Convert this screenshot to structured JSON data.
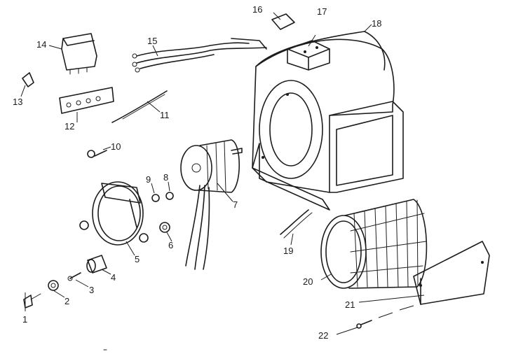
{
  "diagram": {
    "part_numbers": [
      "1",
      "2",
      "3",
      "4",
      "5",
      "6",
      "7",
      "8",
      "9",
      "10",
      "11",
      "12",
      "13",
      "14",
      "15",
      "16",
      "17",
      "18",
      "19",
      "20",
      "21",
      "22"
    ]
  }
}
